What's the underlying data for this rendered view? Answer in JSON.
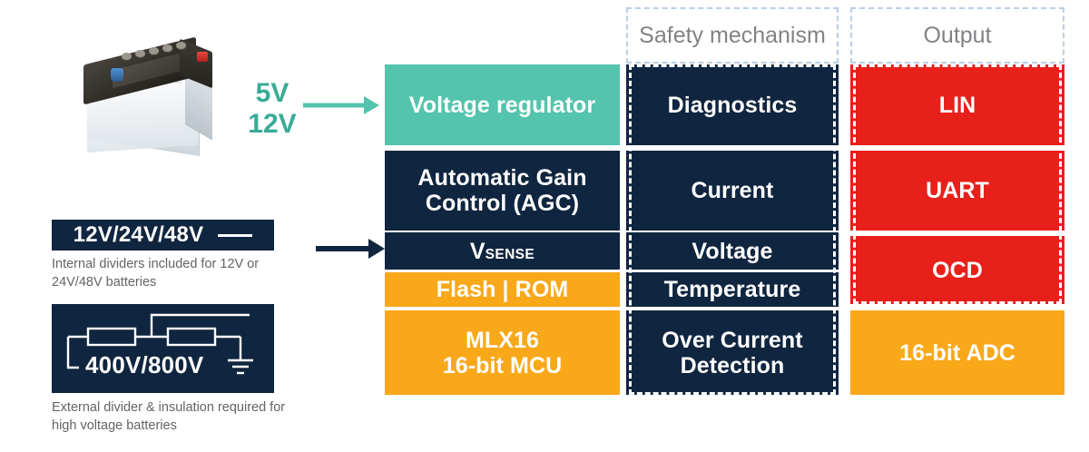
{
  "diagram": {
    "title": "Battery sensing block diagram",
    "colors": {
      "navy": "#10253f",
      "teal": "#54c4ac",
      "amber": "#f9a81a",
      "red": "#e8201a",
      "header_text": "#808285",
      "caption_text": "#636466",
      "dashed_blue": "#b9cfe6",
      "dashed_white": "#ffffff"
    }
  },
  "source": {
    "battery_image_alt": "car-battery",
    "supply_voltages": {
      "line1": "5V",
      "line2": "12V"
    },
    "arrow_supply": "arrow-right-teal",
    "arrow_sense": "arrow-right-navy",
    "low_voltage": {
      "label": "12V/24V/48V",
      "symbol": "horizontal-line",
      "caption": "Internal dividers included for 12V or 24V/48V batteries"
    },
    "high_voltage": {
      "label": "400V/800V",
      "symbol": "resistor-divider-schematic",
      "caption": "External divider & insulation required for high voltage batteries"
    }
  },
  "columns": [
    {
      "id": "functions",
      "header": "",
      "blocks": [
        {
          "label": "Voltage regulator",
          "color": "teal"
        },
        {
          "label": "Automatic Gain Control (AGC)",
          "color": "navy"
        },
        {
          "label": "V",
          "sub": "SENSE",
          "color": "navy"
        },
        {
          "label": "Flash | ROM",
          "color": "amber"
        },
        {
          "label": "MLX16 16-bit MCU",
          "color": "amber"
        }
      ]
    },
    {
      "id": "safety",
      "header": "Safety mechanism",
      "blocks": [
        {
          "label": "Diagnostics",
          "color": "navy"
        },
        {
          "label": "Current",
          "color": "navy"
        },
        {
          "label": "Voltage",
          "color": "navy"
        },
        {
          "label": "Temperature",
          "color": "navy"
        },
        {
          "label": "Over Current Detection",
          "color": "navy"
        }
      ]
    },
    {
      "id": "output",
      "header": "Output",
      "blocks": [
        {
          "label": "LIN",
          "color": "red"
        },
        {
          "label": "UART",
          "color": "red"
        },
        {
          "label": "OCD",
          "color": "red"
        },
        {
          "label": "16-bit ADC",
          "color": "amber"
        }
      ]
    }
  ],
  "labels": {
    "voltage_regulator": "Voltage regulator",
    "agc_line1": "Automatic Gain",
    "agc_line2": "Control (AGC)",
    "vsense_v": "V",
    "vsense_sub": "SENSE",
    "flash_rom": "Flash | ROM",
    "mlx16_line1": "MLX16",
    "mlx16_line2": "16-bit MCU",
    "safety_header": "Safety mechanism",
    "diagnostics": "Diagnostics",
    "current": "Current",
    "voltage": "Voltage",
    "temperature": "Temperature",
    "ocd_line1": "Over Current",
    "ocd_line2": "Detection",
    "output_header": "Output",
    "lin": "LIN",
    "uart": "UART",
    "ocd": "OCD",
    "adc": "16-bit ADC",
    "v5": "5V",
    "v12": "12V",
    "lv_label": "12V/24V/48V",
    "hv_label": "400V/800V",
    "lv_caption": "Internal dividers included for 12V or 24V/48V batteries",
    "hv_caption": "External divider & insulation required for high voltage batteries"
  }
}
